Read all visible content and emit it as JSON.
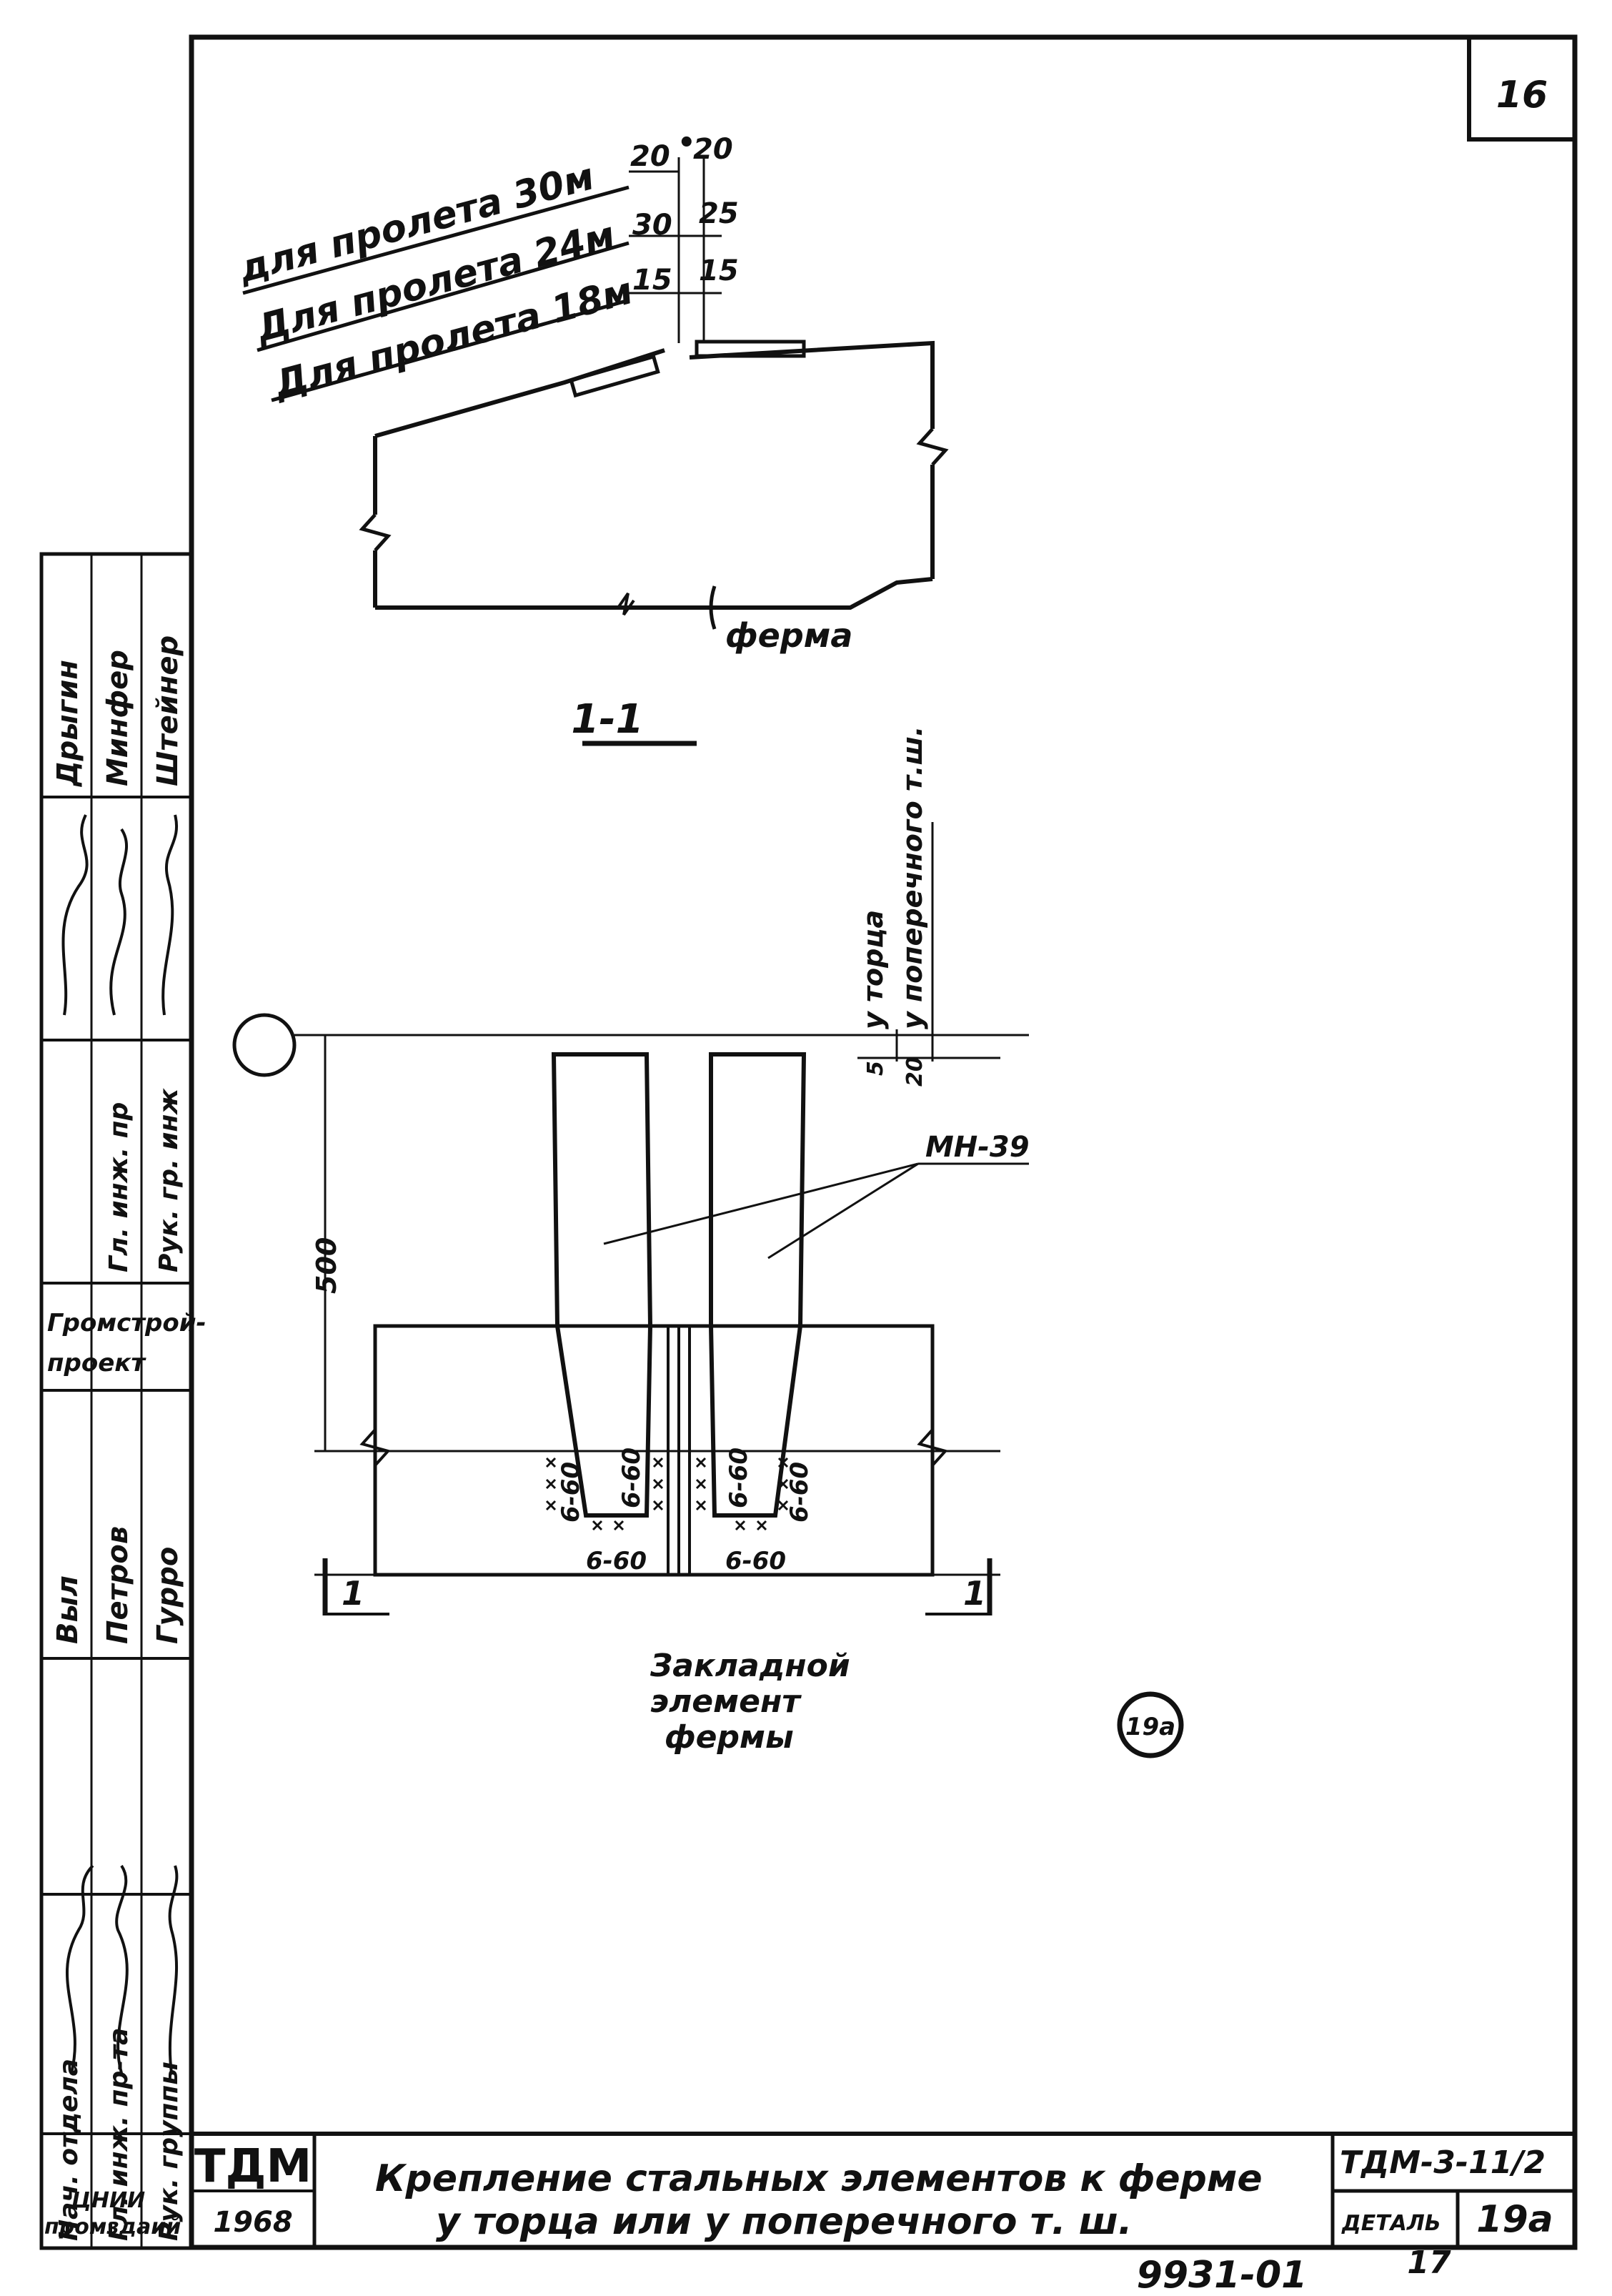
{
  "sheet": {
    "page_number": "16",
    "doc_code": "ТДМ-3-11/2",
    "detail_label": "ДЕТАЛЬ",
    "detail_number": "19а",
    "title_line1": "Крепление стальных элементов к ферме",
    "title_line2": "у торца или у поперечного т. ш.",
    "logo": "ТДМ",
    "year": "1968",
    "archive_number": "9931-01",
    "sheet_number": "17"
  },
  "section": {
    "span_30": "для пролета 30м",
    "span_24": "Для пролета 24м",
    "span_18": "Для пролета 18м",
    "dims_left": [
      "20",
      "30",
      "15"
    ],
    "dims_right": [
      "20",
      "25",
      "15"
    ],
    "dim_dot": "•",
    "truss_label": "ферма",
    "section_mark": "1-1"
  },
  "plan": {
    "label_end": "у торца",
    "label_joint": "у поперечного т.ш.",
    "dim_5": "5",
    "dim_20": "20",
    "dim_500": "500",
    "part_mark": "МН-39",
    "welds": [
      "6-60",
      "6-60",
      "6-60",
      "6-60"
    ],
    "bottom_welds": [
      "6-60",
      "6-60"
    ],
    "cut_mark": "1",
    "embed_line1": "Закладной",
    "embed_line2": "элемент",
    "embed_line3": "фермы",
    "detail_ref": "19а"
  },
  "stamp": {
    "roles": [
      "Дрыгин",
      "Минфер",
      "Штейнер"
    ],
    "role_titles": [
      "Нач. отдела",
      "Гл. инж. пр-та",
      "Рук. группы"
    ],
    "right_titles": [
      "Гл. инж. пр",
      "Рук. гр. инж"
    ],
    "org": [
      "Громстрой-",
      "проект"
    ],
    "col_names": [
      "Выл",
      "Петров",
      "Гурро"
    ],
    "bottom_org": [
      "ЦНИИ",
      "промздаий"
    ]
  }
}
